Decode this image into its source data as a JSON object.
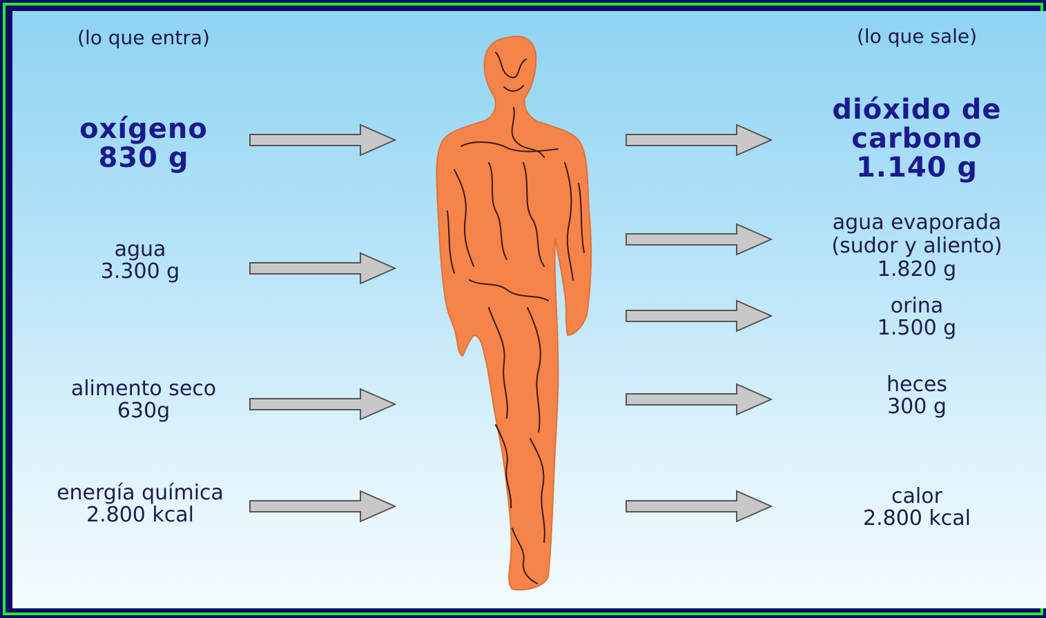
{
  "headers": {
    "inputs": "(lo que entra)",
    "outputs": "(lo que sale)"
  },
  "inputs": [
    {
      "name": "oxígeno",
      "amount": "830 g"
    },
    {
      "name": "agua",
      "amount": "3.300 g"
    },
    {
      "name": "alimento seco",
      "amount": "630g"
    },
    {
      "name": "energía química",
      "amount": "2.800 kcal"
    }
  ],
  "outputs": {
    "co2": {
      "line1": "dióxido de",
      "line2": "carbono",
      "amount": "1.140 g"
    },
    "water": {
      "line1": "agua evaporada",
      "line2": "(sudor y aliento)",
      "amount": "1.820 g"
    },
    "urine": {
      "name": "orina",
      "amount": "1.500 g"
    },
    "feces": {
      "name": "heces",
      "amount": "300 g"
    },
    "heat": {
      "name": "calor",
      "amount": "2.800 kcal"
    }
  },
  "colors": {
    "body": "#f4844a",
    "border": "#22ee22",
    "outer": "#0a0a6a",
    "arrow": "#c8c8c8",
    "title_text": "#1a1a8c"
  }
}
